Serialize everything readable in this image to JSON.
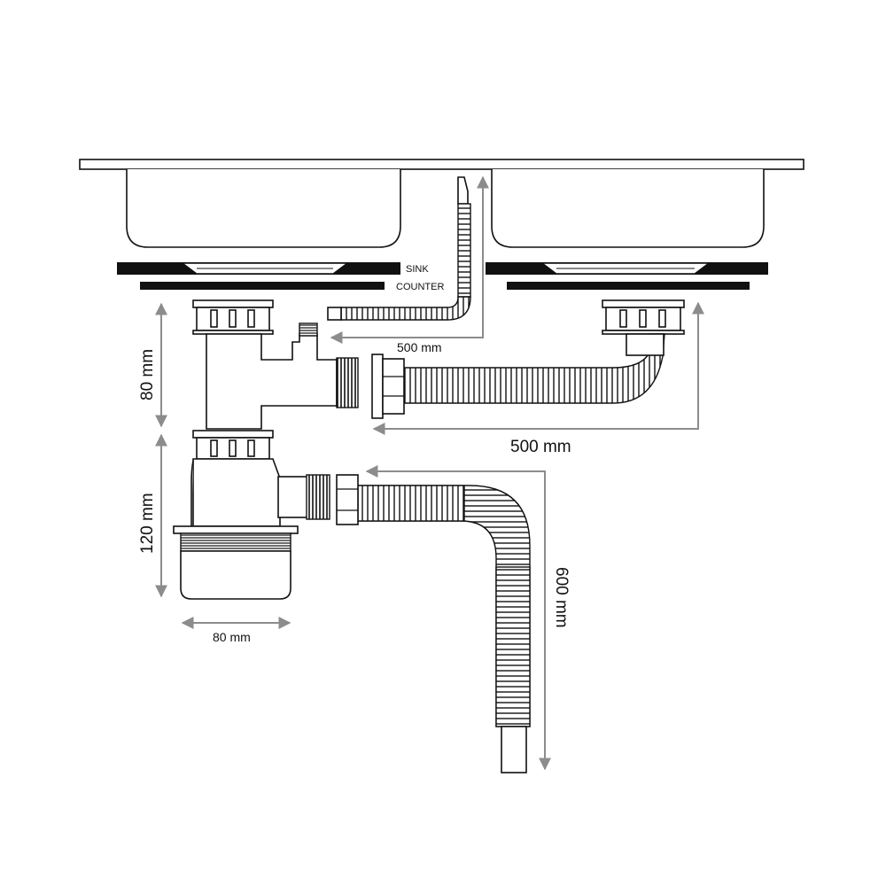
{
  "labels": {
    "sink": "SINK",
    "counter": "COUNTER"
  },
  "dimensions": {
    "overflow_hose": "500 mm",
    "branch_hose": "500 mm",
    "upper_height": "80 mm",
    "trap_height": "120 mm",
    "trap_width": "80 mm",
    "drain_hose": "600 mm"
  },
  "colors": {
    "line": "#111111",
    "dimension": "#8c8c8c",
    "background": "#ffffff"
  }
}
